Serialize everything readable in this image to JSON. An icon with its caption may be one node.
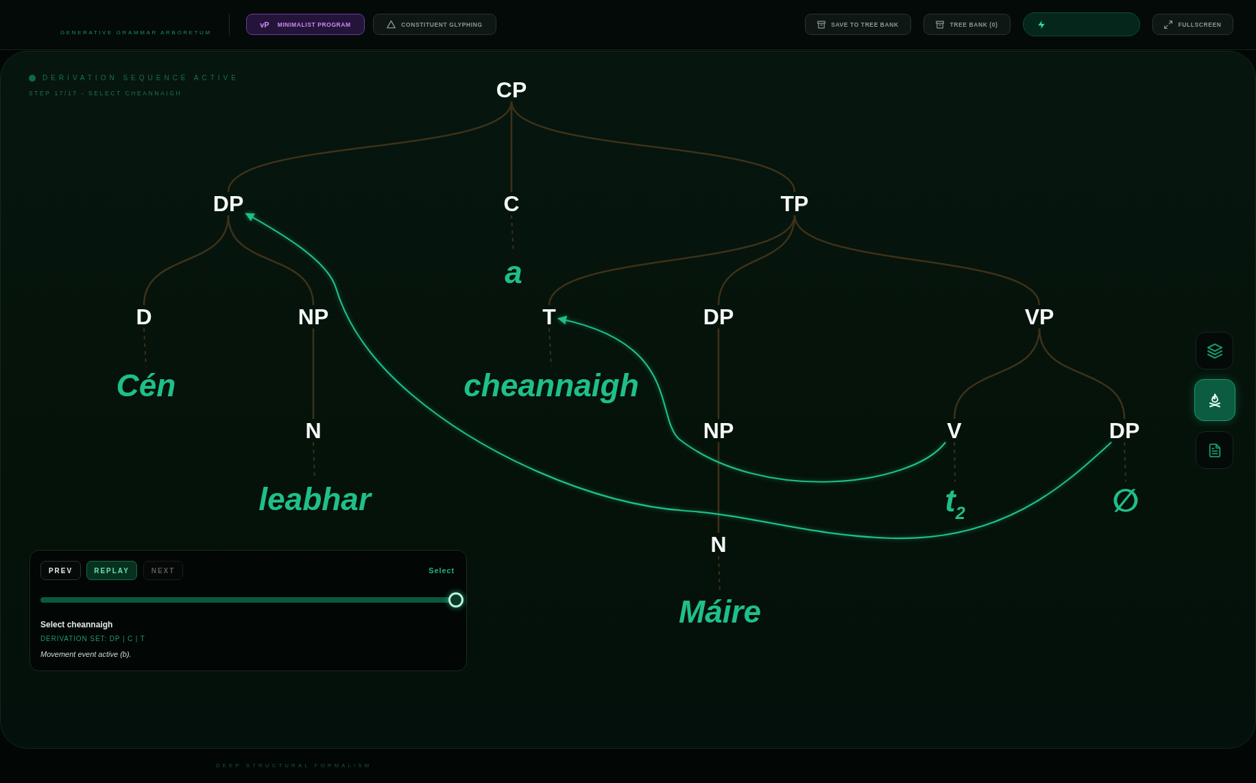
{
  "diagram": {
    "nodes": [
      {
        "text": [
          "CP"
        ]
      },
      {
        "text": [
          "DP"
        ]
      },
      {
        "text": [
          "C"
        ]
      },
      {
        "text": [
          "TP"
        ]
      },
      {
        "text": [
          "a"
        ]
      },
      {
        "text": [
          "D"
        ]
      },
      {
        "text": [
          "NP"
        ]
      },
      {
        "text": [
          "T"
        ]
      },
      {
        "text": [
          "DP"
        ]
      },
      {
        "text": [
          "VP"
        ]
      },
      {
        "text": [
          "Cén"
        ]
      },
      {
        "text": [
          "cheannaigh"
        ]
      },
      {
        "text": [
          "N"
        ]
      },
      {
        "text": [
          "NP"
        ]
      },
      {
        "text": [
          "V"
        ]
      },
      {
        "text": [
          "DP"
        ]
      },
      {
        "text": [
          "leabhar"
        ]
      },
      {
        "text": [
          "t$_{2}$"
        ]
      },
      {
        "text": [
          "∅"
        ]
      },
      {
        "text": [
          "N"
        ]
      },
      {
        "text": [
          "Máire"
        ]
      }
    ],
    "edges": [
      {
        "from": 0,
        "to": 1,
        "arrow": "none"
      },
      {
        "from": 0,
        "to": 2,
        "arrow": "none"
      },
      {
        "from": 0,
        "to": 3,
        "arrow": "none"
      },
      {
        "from": 1,
        "to": 5,
        "arrow": "none"
      },
      {
        "from": 1,
        "to": 6,
        "arrow": "none"
      },
      {
        "from": 2,
        "to": 4,
        "arrow": "none",
        "style": "dashed"
      },
      {
        "from": 3,
        "to": 7,
        "arrow": "none"
      },
      {
        "from": 3,
        "to": 8,
        "arrow": "none"
      },
      {
        "from": 3,
        "to": 9,
        "arrow": "none"
      },
      {
        "from": 5,
        "to": 10,
        "arrow": "none",
        "style": "dashed"
      },
      {
        "from": 6,
        "to": 12,
        "arrow": "none"
      },
      {
        "from": 7,
        "to": 11,
        "arrow": "none",
        "style": "dashed"
      },
      {
        "from": 8,
        "to": 13,
        "arrow": "none"
      },
      {
        "from": 9,
        "to": 14,
        "arrow": "none"
      },
      {
        "from": 9,
        "to": 15,
        "arrow": "none"
      },
      {
        "from": 12,
        "to": 16,
        "arrow": "none",
        "style": "dashed"
      },
      {
        "from": 13,
        "to": 19,
        "arrow": "none"
      },
      {
        "from": 14,
        "to": 17,
        "arrow": "none",
        "style": "dashed"
      },
      {
        "from": 15,
        "to": 18,
        "arrow": "none",
        "style": "dashed"
      },
      {
        "from": 19,
        "to": 20,
        "arrow": "none",
        "style": "dashed"
      },
      {
        "from": 15,
        "to": 1,
        "arrow": "to",
        "color": "#1fbf8a"
      },
      {
        "from": 14,
        "to": 7,
        "arrow": "to",
        "color": "#1fbf8a"
      }
    ],
    "labels": [
      "GENERATIVE GRAMMAR ARBORETUM",
      "vP",
      "MINIMALIST PROGRAM",
      "CONSTITUENT GLYPHING",
      "SAVE TO TREE BANK",
      "TREE BANK (0)",
      "FULLSCREEN",
      "DERIVATION SEQUENCE ACTIVE",
      "STEP 17/17 - SELECT CHEANNAIGH",
      "PREV",
      "REPLAY",
      "NEXT",
      "Select",
      "Select cheannaigh",
      "DERIVATION SET: DP | C | T",
      "Movement event active (b).",
      "DEEP STRUCTURAL FORMALISM"
    ]
  }
}
